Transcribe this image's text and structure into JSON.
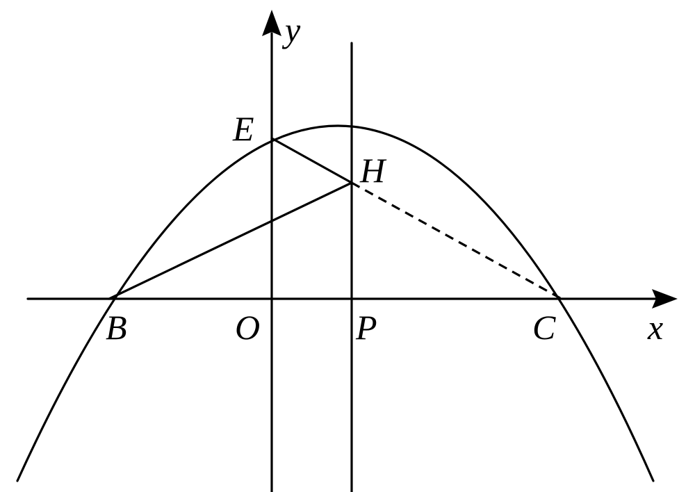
{
  "axes": {
    "x_label": "x",
    "y_label": "y"
  },
  "points": {
    "origin": "O",
    "B": "B",
    "C": "C",
    "P": "P",
    "E": "E",
    "H": "H"
  },
  "style": {
    "stroke_color": "#000000",
    "background": "#ffffff"
  }
}
